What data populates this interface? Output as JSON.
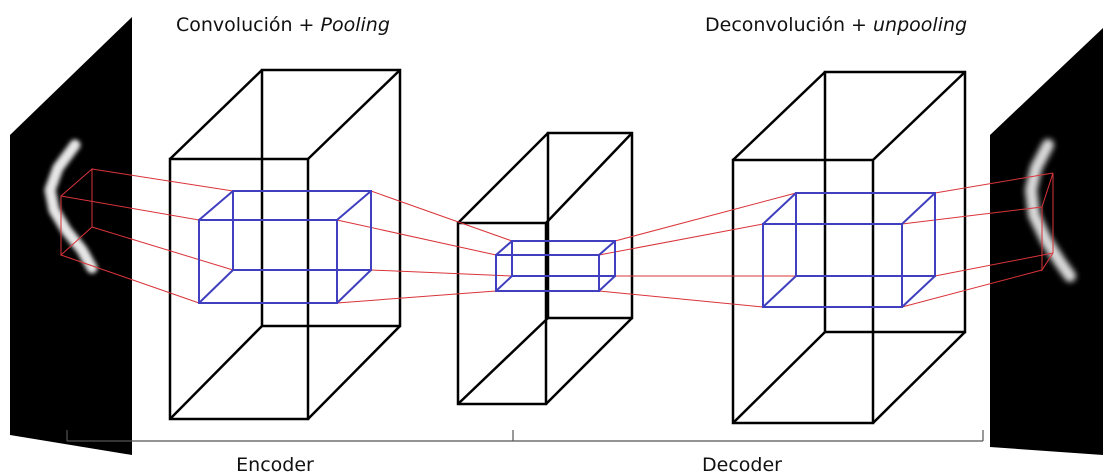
{
  "labels": {
    "encoder_stage": {
      "main": "Convolución + ",
      "emph": "Pooling"
    },
    "decoder_stage": {
      "main": "Deconvolución + ",
      "emph": "unpooling"
    },
    "encoder": "Encoder",
    "decoder": "Decoder"
  },
  "colors": {
    "background": "#ffffff",
    "box_stroke": "#000000",
    "kernel_stroke": "#3f3fbf",
    "connection_stroke": "#d9343a",
    "image_background": "#000000",
    "digit_stroke": "#e6e6e6",
    "bracket_stroke": "#555555"
  }
}
